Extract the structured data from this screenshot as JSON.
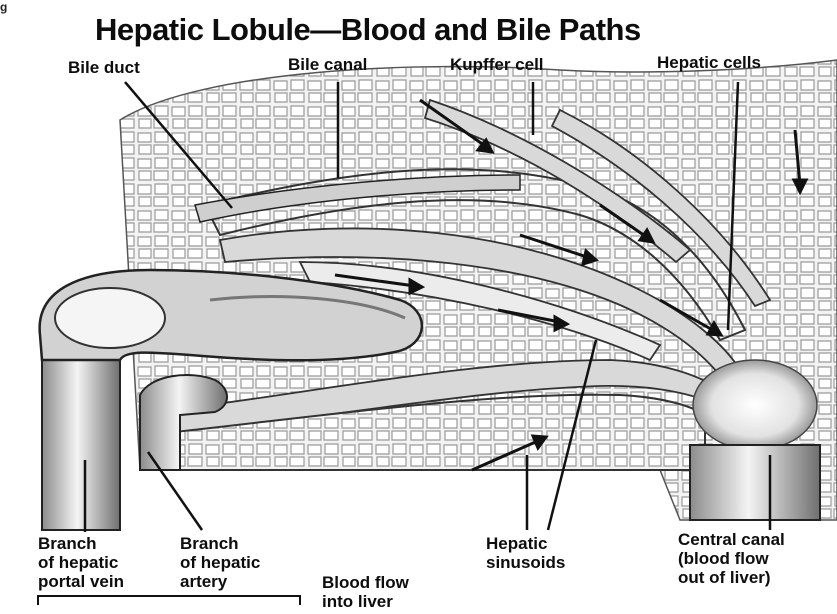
{
  "title": "Hepatic Lobule—Blood and Bile Paths",
  "corner_text": "g",
  "labels": {
    "bile_duct": "Bile duct",
    "bile_canal": "Bile canal",
    "kupffer_cell": "Kupffer cell",
    "hepatic_cells": "Hepatic cells",
    "portal_vein": [
      "Branch",
      "of hepatic",
      "portal vein"
    ],
    "hepatic_artery": [
      "Branch",
      "of hepatic",
      "artery"
    ],
    "blood_flow_in": [
      "Blood flow",
      "into liver"
    ],
    "sinusoids": [
      "Hepatic",
      "sinusoids"
    ],
    "central_canal": [
      "Central canal",
      "(blood flow",
      "out of liver)"
    ]
  },
  "colors": {
    "ink": "#111111",
    "tissue": "#e6e6e6",
    "vessel": "#bdbdbd",
    "vessel_dark": "#7d7d7d",
    "background": "#ffffff"
  }
}
